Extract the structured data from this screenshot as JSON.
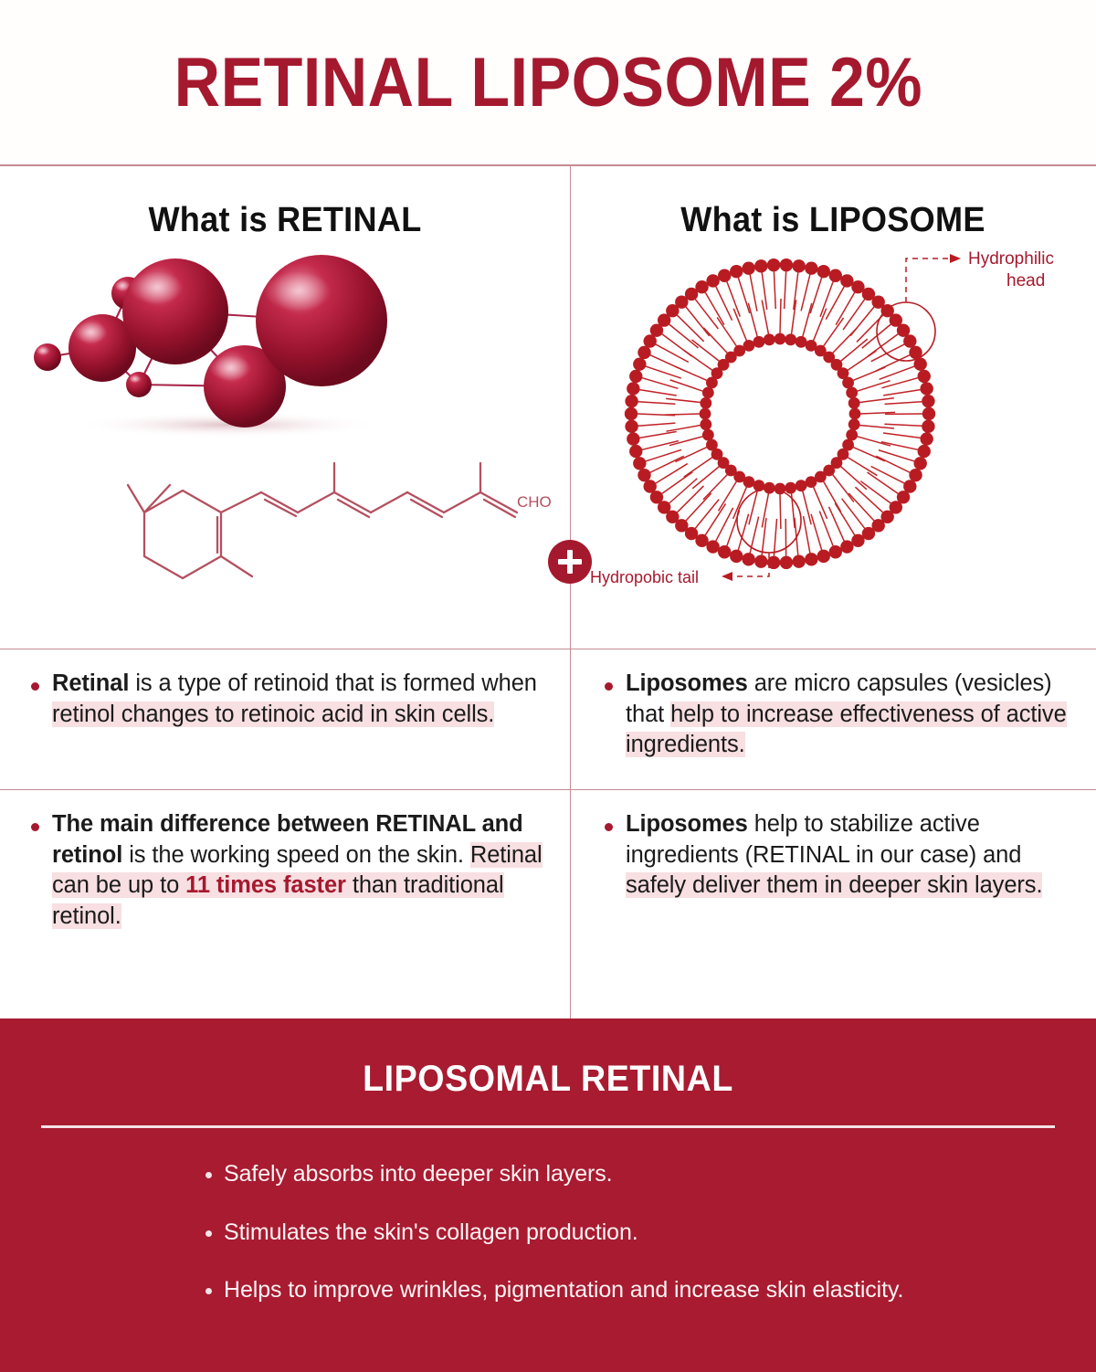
{
  "header": {
    "title": "RETINAL LIPOSOME 2%"
  },
  "columns": {
    "left": {
      "heading": "What is RETINAL",
      "diagram_label_cho": "CHO"
    },
    "right": {
      "heading": "What is LIPOSOME",
      "label_head": "Hydrophilic head",
      "label_head_line1": "Hydrophilic",
      "label_head_line2": "head",
      "label_tail": "Hydropobic tail"
    }
  },
  "divider_icon": "plus-icon",
  "bullets": {
    "left": [
      {
        "segments": [
          {
            "text": "Retinal",
            "bold": true
          },
          {
            "text": " is a type of retinoid that is formed when "
          },
          {
            "text": "retinol changes to retinoic acid in skin cells.",
            "highlight": true
          }
        ],
        "plain": "Retinal is a type of retinoid that is formed when retinol changes to retinoic acid in skin cells."
      },
      {
        "segments": [
          {
            "text": "The main difference between RETINAL and retinol",
            "bold": true
          },
          {
            "text": " is the working speed  on the skin. "
          },
          {
            "text": "Retinal can be up to ",
            "highlight": true
          },
          {
            "text": "11 times faster",
            "highlight": true,
            "redbold": true
          },
          {
            "text": " than traditional retinol.",
            "highlight": true
          }
        ],
        "plain": "The main difference between RETINAL and retinol is the working speed  on the skin. Retinal can be up to 11 times faster than traditional retinol."
      }
    ],
    "right": [
      {
        "segments": [
          {
            "text": "Liposomes",
            "bold": true
          },
          {
            "text": " are micro capsules (vesicles) that "
          },
          {
            "text": "help to increase effectiveness of active ingredients.",
            "highlight": true
          }
        ],
        "plain": "Liposomes are micro capsules (vesicles) that help to increase effectiveness of active ingredients."
      },
      {
        "segments": [
          {
            "text": "Liposomes",
            "bold": true
          },
          {
            "text": " help to stabilize active ingredients (RETINAL in our case) and "
          },
          {
            "text": "safely deliver them in deeper skin layers.",
            "highlight": true
          }
        ],
        "plain": "Liposomes help to stabilize active ingredients (RETINAL in our case) and safely deliver them in deeper skin layers."
      }
    ]
  },
  "banner": {
    "title": "LIPOSOMAL RETINAL",
    "items": [
      "Safely absorbs into deeper skin layers.",
      "Stimulates the skin's collagen production.",
      "Helps to improve wrinkles, pigmentation and increase skin elasticity."
    ]
  },
  "colors": {
    "brand_red": "#A5192E",
    "banner_red": "#A81B30",
    "highlight_pink": "#f7dfe2",
    "divider_rose": "#c38b94",
    "sphere_dark": "#8e1226",
    "sphere_light": "#d94a6a"
  }
}
